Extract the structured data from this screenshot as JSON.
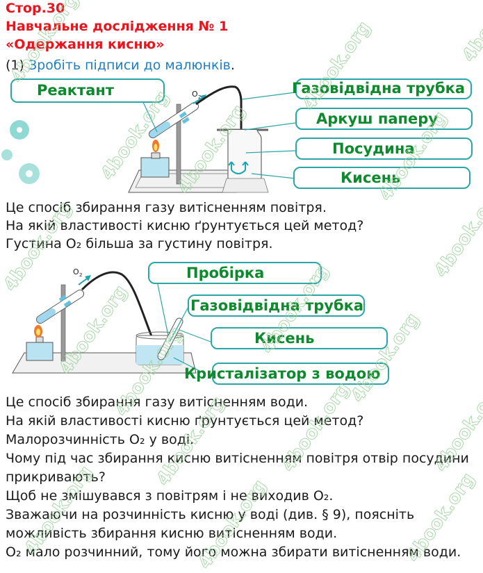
{
  "header": {
    "page": "Стор.30",
    "title": "Навчальне дослідження № 1",
    "subtitle": "«Одержання кисню»"
  },
  "task": {
    "number": "(1)",
    "text": "Зробіть підписи до малюнків",
    "end": "."
  },
  "figure1": {
    "gas_label": "O₂",
    "labels": [
      "Реактант",
      "Газовідвідна трубка",
      "Аркуш паперу",
      "Посудина",
      "Кисень"
    ]
  },
  "section1": {
    "lines": [
      "Це спосіб збирання газу витісненням повітря.",
      "На якій властивості кисню ґрунтується цей метод?",
      "Густина O₂ більша за густину повітря."
    ]
  },
  "figure2": {
    "gas_label": "O₂",
    "labels": [
      "Пробірка",
      "Газовідвідна трубка",
      "Кисень",
      "Кристалізатор з водою"
    ]
  },
  "section2": {
    "lines": [
      "Це спосіб збирання газу витісненням води.",
      "На якій властивості кисню ґрунтується цей метод?",
      "Малорозчинність O₂ у воді.",
      "Чому під час збирання кисню витісненням повітря отвір посудини",
      "прикривають?",
      "Щоб не змішувався з повітрям і не виходив O₂.",
      "Зважаючи на розчинність кисню у воді (див. § 9), поясніть",
      "можливість збирання кисню витісненням води.",
      "O₂ мало розчинний, тому його можна збирати витісненням води."
    ]
  },
  "watermark": "4book.org",
  "colors": {
    "header_red": "#e8141e",
    "task_blue": "#1f7fc4",
    "label_green": "#0d8a2e",
    "box_teal": "#2aa6a6",
    "water_blue": "#bfe6f2"
  }
}
